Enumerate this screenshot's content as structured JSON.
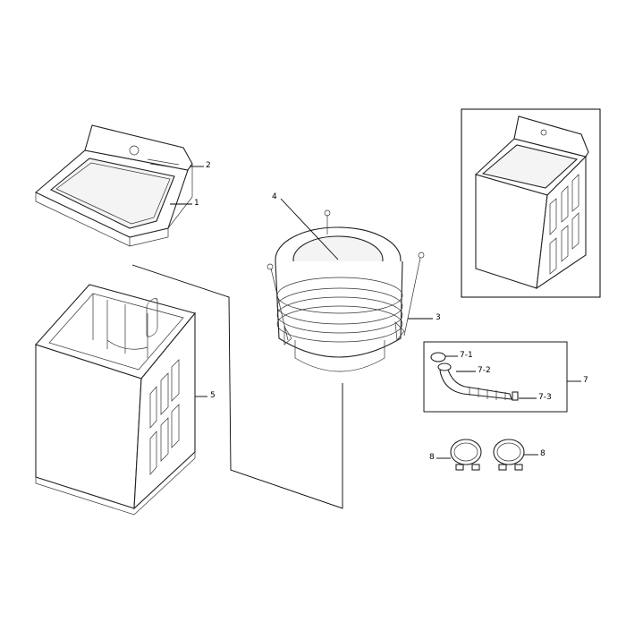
{
  "diagram": {
    "callouts": {
      "top_cover": "1",
      "control_panel": "2",
      "tub_assembly": "3",
      "tub_cover": "4",
      "cabinet": "5",
      "drain_hose_kit": "7",
      "drain_cap": "7-1",
      "drain_hose": "7-2",
      "hose_clamp": "7-3",
      "inlet_hose_left": "8",
      "inlet_hose_right": "8"
    }
  }
}
